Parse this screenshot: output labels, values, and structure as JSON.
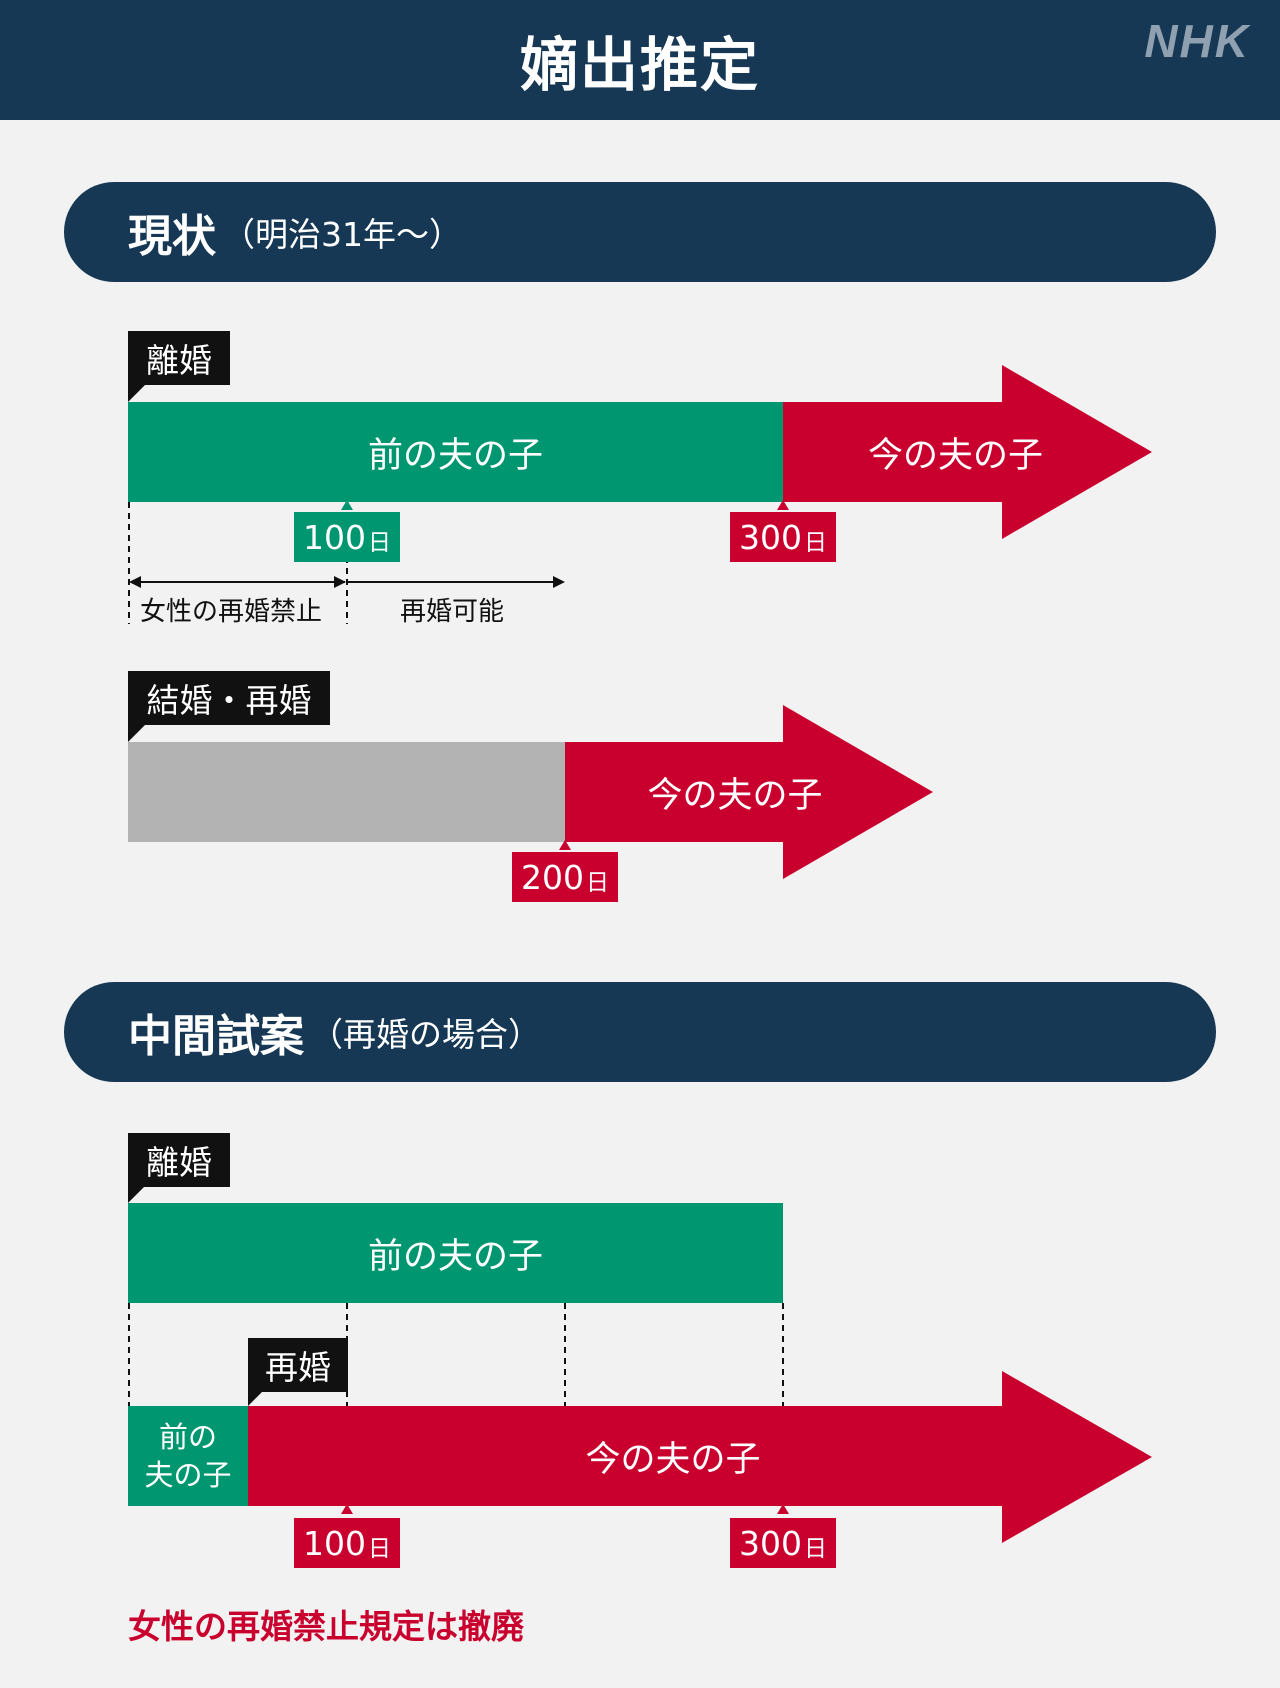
{
  "header": {
    "title": "嫡出推定",
    "logo": "NHK"
  },
  "colors": {
    "navy": "#163855",
    "green": "#009670",
    "red": "#c9002e",
    "gray": "#b3b3b3",
    "tag": "#111111"
  },
  "current": {
    "title_main": "現状",
    "title_sub": "（明治31年〜）",
    "divorce_tag": "離婚",
    "prev_child": "前の夫の子",
    "now_child": "今の夫の子",
    "day100": "100",
    "day300": "300",
    "day_unit": "日",
    "ban_label": "女性の再婚禁止",
    "allowed_label": "再婚可能",
    "marriage_tag": "結婚・再婚",
    "now_child_2": "今の夫の子",
    "day200": "200"
  },
  "proposal": {
    "title_main": "中間試案",
    "title_sub": "（再婚の場合）",
    "divorce_tag": "離婚",
    "prev_child": "前の夫の子",
    "remarriage_tag": "再婚",
    "prev_child_small_1": "前の",
    "prev_child_small_2": "夫の子",
    "now_child": "今の夫の子",
    "day100": "100",
    "day300": "300",
    "day_unit": "日"
  },
  "note": "女性の再婚禁止規定は撤廃"
}
